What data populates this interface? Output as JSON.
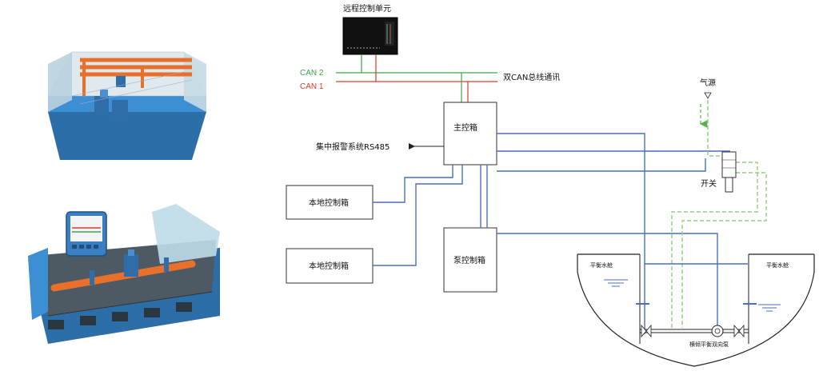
{
  "labels": {
    "remote_unit": "远程控制单元",
    "can2": "CAN 2",
    "can1": "CAN 1",
    "dual_can": "双CAN总线通讯",
    "main_box": "主控箱",
    "alarm_rs485": "集中报警系统RS485",
    "local_box_1": "本地控制箱",
    "local_box_2": "本地控制箱",
    "pump_box": "泵控制箱",
    "air_source": "气源",
    "switch": "开关",
    "tank_left": "平衡水舱",
    "tank_right": "平衡水舱",
    "pump_label": "横倾平衡双向泵"
  },
  "colors": {
    "can2": "#3aa64a",
    "can1": "#e03a2f",
    "signal_line": "#4a6fc4",
    "air_line": "#8fd17a",
    "pipe": "#e8702a",
    "tank_body": "#3d8fd4"
  }
}
